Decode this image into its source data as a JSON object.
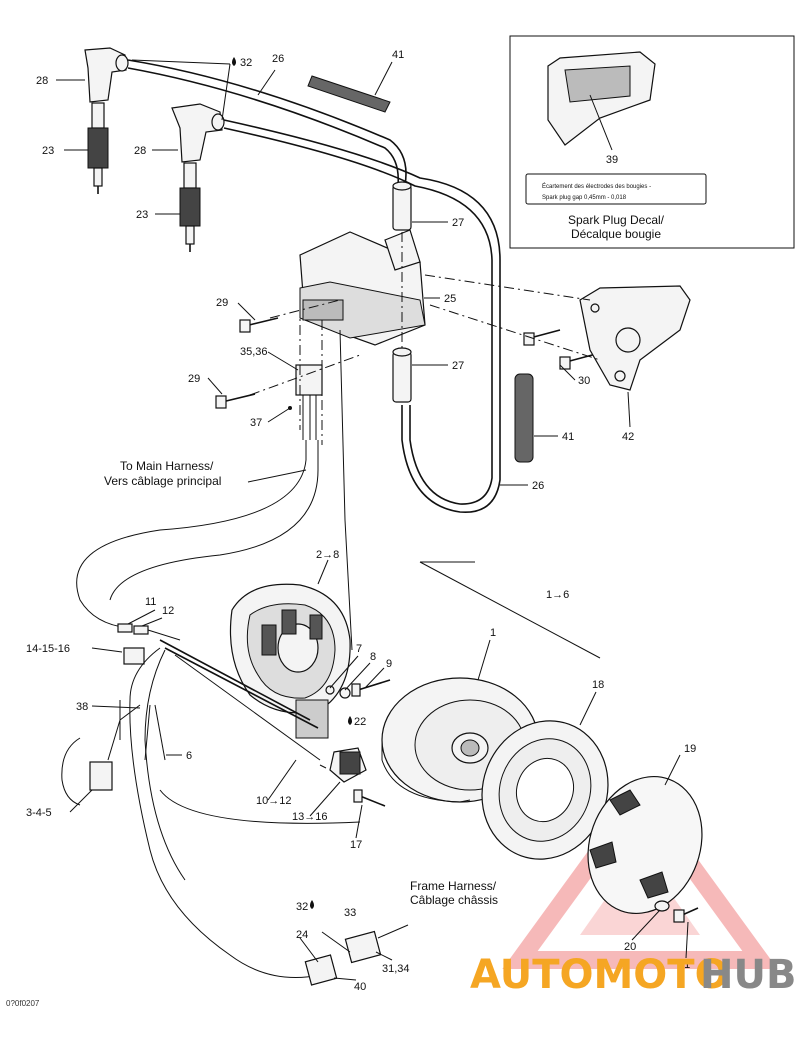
{
  "callouts": {
    "c28a": "28",
    "c23a": "23",
    "c32a": "32",
    "c26a": "26",
    "c41a": "41",
    "c28b": "28",
    "c23b": "23",
    "c27a": "27",
    "c25": "25",
    "c29a": "29",
    "c3536": "35,36",
    "c29b": "29",
    "c37": "37",
    "c27b": "27",
    "c30": "30",
    "c41b": "41",
    "c42": "42",
    "c26b": "26",
    "c39": "39",
    "c2_8": "2→8",
    "c1_6": "1→6",
    "c11": "11",
    "c12": "12",
    "c14_16": "14-15-16",
    "c1": "1",
    "c7": "7",
    "c8": "8",
    "c9": "9",
    "c22": "22",
    "c18": "18",
    "c19": "19",
    "c38": "38",
    "c6": "6",
    "c3_5": "3-4-5",
    "c10_12": "10→12",
    "c13_16": "13→16",
    "c17": "17",
    "c32b": "32",
    "c33": "33",
    "c24": "24",
    "c31_34": "31,34",
    "c40": "40",
    "c20": "20",
    "c21": "21"
  },
  "captions": {
    "main_harness_en": "To Main Harness/",
    "main_harness_fr": "Vers câblage principal",
    "frame_harness_en": "Frame Harness/",
    "frame_harness_fr": "Câblage châssis"
  },
  "decal": {
    "line1": "Écartement des électrodes des bougies -",
    "line2": "Spark plug gap      0,45mm - 0,018",
    "title_en": "Spark Plug Decal/",
    "title_fr": "Décalque bougie"
  },
  "figure_code": "0?0f0207",
  "watermark": {
    "part1": "AUTOMOTO",
    "part2": "HUB",
    "color1": "#f5a623",
    "color2": "#888888",
    "logo_color": "#f08080"
  }
}
